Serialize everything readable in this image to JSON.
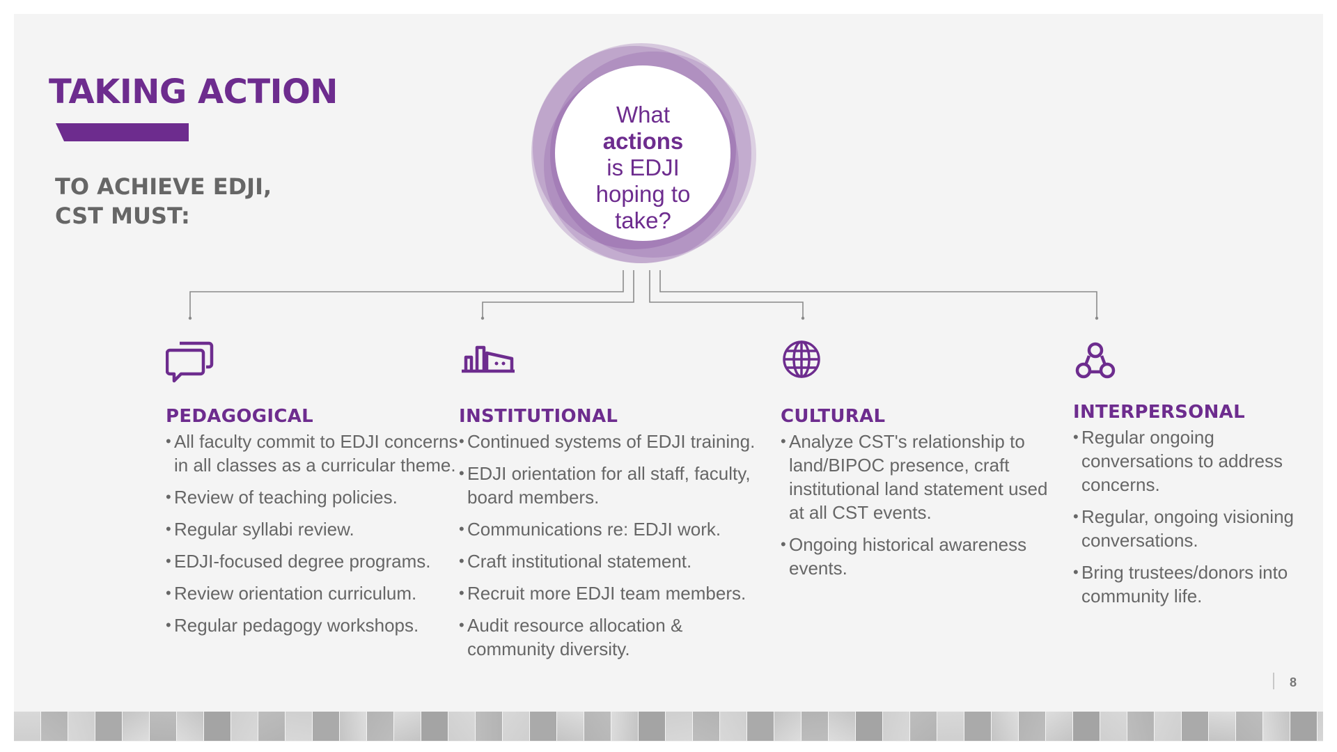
{
  "slide": {
    "title": "TAKING ACTION",
    "subtitle": "TO ACHIEVE EDJI,\nCST MUST:",
    "page_number": "8"
  },
  "center": {
    "line1": "What",
    "line2": "actions",
    "line3": "is EDJI",
    "line4": "hoping to",
    "line5": "take?"
  },
  "accent_color": "#6d2c8e",
  "columns": [
    {
      "icon": "speech-bubbles-icon",
      "heading": "PEDAGOGICAL",
      "items": [
        "All faculty commit to EDJI concerns in all classes as a curricular theme.",
        "Review of teaching policies.",
        "Regular syllabi review.",
        "EDJI-focused degree programs.",
        "Review orientation curriculum.",
        "Regular pedagogy workshops."
      ]
    },
    {
      "icon": "building-icon",
      "heading": "INSTITUTIONAL",
      "items": [
        "Continued systems of EDJI training.",
        "EDJI orientation for all staff, faculty, board members.",
        "Communications re: EDJI work.",
        "Craft institutional statement.",
        "Recruit more EDJI team members.",
        "Audit resource allocation & community diversity."
      ]
    },
    {
      "icon": "globe-icon",
      "heading": "CULTURAL",
      "items": [
        "Analyze CST's relationship to land/BIPOC presence, craft institutional land statement used at all CST events.",
        "Ongoing historical awareness events."
      ]
    },
    {
      "icon": "people-network-icon",
      "heading": "INTERPERSONAL",
      "items": [
        "Regular ongoing conversations to address concerns.",
        "Regular, ongoing visioning conversations.",
        "Bring trustees/donors into community life."
      ]
    }
  ]
}
